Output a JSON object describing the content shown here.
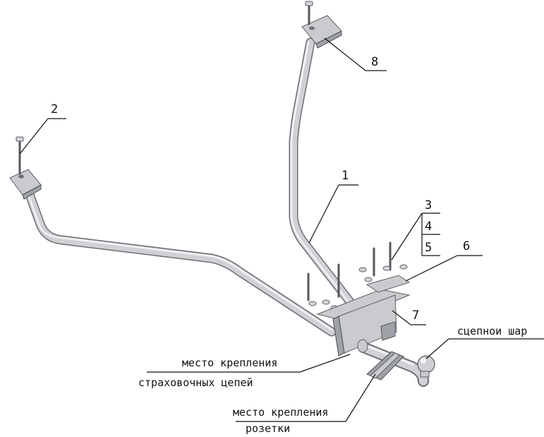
{
  "callouts": {
    "c1": "1",
    "c2": "2",
    "c3": "3",
    "c4": "4",
    "c5": "5",
    "c6": "6",
    "c7": "7",
    "c8": "8"
  },
  "captions": {
    "chain_mount_line1": "место крепления",
    "chain_mount_line2": "страховочных цепей",
    "tow_ball": "сцепнои шар",
    "socket_mount_line1": "место крепления",
    "socket_mount_line2": "розетки"
  }
}
